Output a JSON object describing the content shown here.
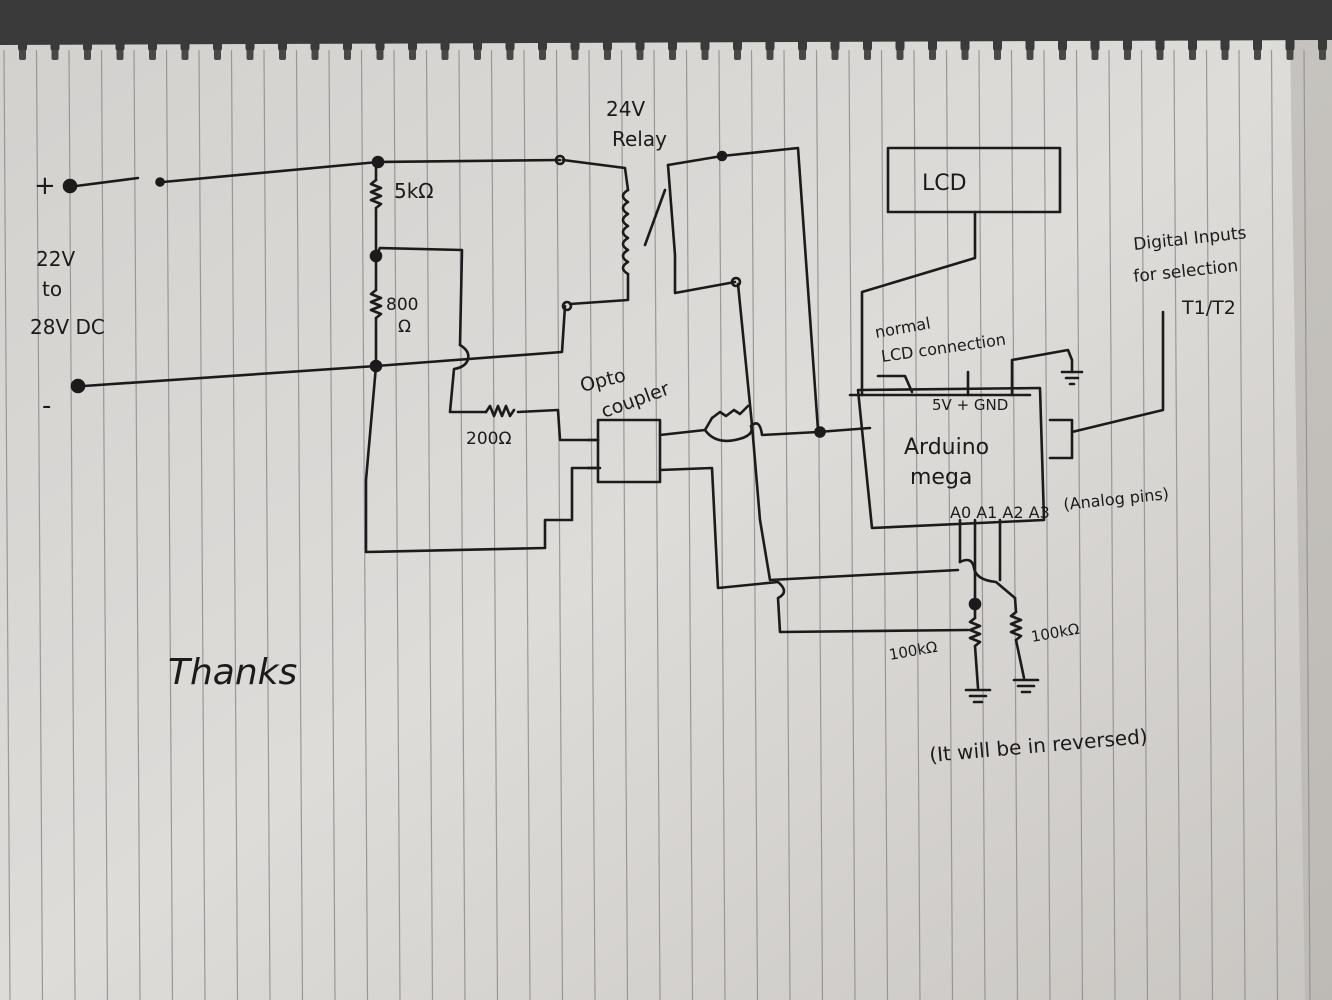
{
  "colors": {
    "paper": "#d9d7d4",
    "paper_shadow": "#a9a6a3",
    "rule_line": "#8f8c8e",
    "ink": "#1c1a1a",
    "binding": "#3a3a3a"
  },
  "power": {
    "plus": "+",
    "minus": "-",
    "voltage_line1": "22V",
    "voltage_line2": "to",
    "voltage_line3": "28V DC"
  },
  "resistors": {
    "r1": "5kΩ",
    "r2_value": "800",
    "r2_unit": "Ω",
    "r3": "200Ω",
    "r4": "100kΩ",
    "r5": "100kΩ"
  },
  "relay": {
    "line1": "24V",
    "line2": "Relay"
  },
  "opto": {
    "line1": "Opto",
    "line2": "coupler"
  },
  "lcd": {
    "label": "LCD"
  },
  "lcd_connection": {
    "line1": "normal",
    "line2": "LCD connection"
  },
  "arduino": {
    "line1": "Arduino",
    "line2": "mega",
    "power_pins": "5V  +  GND",
    "analog_pins": "A0 A1 A2 A3",
    "analog_note": "(Analog pins)"
  },
  "digital_inputs": {
    "line1": "Digital Inputs",
    "line2": "for selection",
    "line3": "T1/T2"
  },
  "note": "(It will be in reversed)",
  "thanks": "Thanks"
}
